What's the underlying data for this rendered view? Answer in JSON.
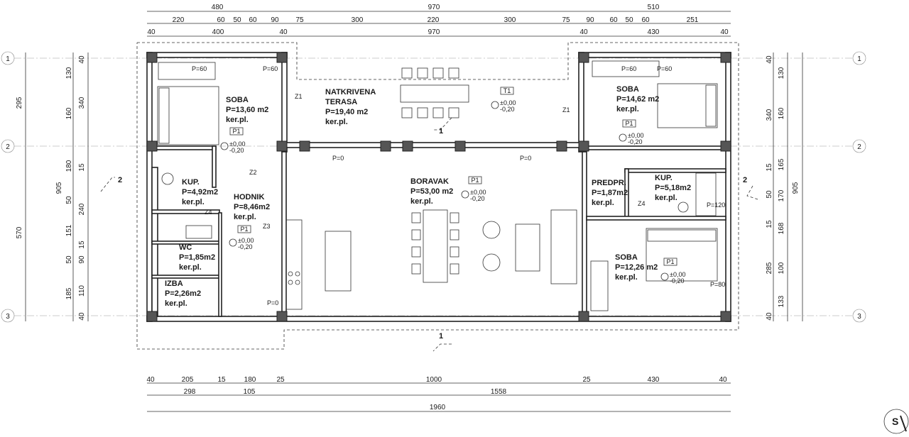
{
  "rooms": [
    {
      "key": "soba1",
      "name": "SOBA",
      "area": "P=13,60 m2",
      "floor": "ker.pl."
    },
    {
      "key": "terasa",
      "name": "NATKRIVENA",
      "name2": "TERASA",
      "area": "P=19,40 m2",
      "floor": "ker.pl."
    },
    {
      "key": "soba2",
      "name": "SOBA",
      "area": "P=14,62 m2",
      "floor": "ker.pl."
    },
    {
      "key": "kup1",
      "name": "KUP.",
      "area": "P=4,92m2",
      "floor": "ker.pl."
    },
    {
      "key": "hodnik",
      "name": "HODNIK",
      "area": "P=8,46m2",
      "floor": "ker.pl."
    },
    {
      "key": "boravak",
      "name": "BORAVAK",
      "area": "P=53,00 m2",
      "floor": "ker.pl."
    },
    {
      "key": "predpr",
      "name": "PREDPR.",
      "area": "P=1,87m2",
      "floor": "ker.pl."
    },
    {
      "key": "kup2",
      "name": "KUP.",
      "area": "P=5,18m2",
      "floor": "ker.pl."
    },
    {
      "key": "wc",
      "name": "WC",
      "area": "P=1,85m2",
      "floor": "ker.pl."
    },
    {
      "key": "izba",
      "name": "IZBA",
      "area": "P=2,26m2",
      "floor": "ker.pl."
    },
    {
      "key": "soba3",
      "name": "SOBA",
      "area": "P=12,26 m2",
      "floor": "ker.pl."
    }
  ],
  "top_dims": {
    "row1": [
      "480",
      "970",
      "510"
    ],
    "row2": [
      "220",
      "60",
      "50",
      "60",
      "90",
      "75",
      "300",
      "220",
      "300",
      "75",
      "90",
      "60",
      "50",
      "60",
      "251"
    ],
    "row3": [
      "40",
      "400",
      "40",
      "970",
      "40",
      "430",
      "40"
    ]
  },
  "bottom_dims": {
    "row1": [
      "40",
      "205",
      "15",
      "180",
      "25",
      "1000",
      "25",
      "430",
      "40"
    ],
    "row2": [
      "298",
      "105",
      "1558"
    ],
    "row3": [
      "1960"
    ]
  },
  "left_dims": {
    "outer": [
      "295",
      "905",
      "570"
    ],
    "inner": [
      "130",
      "160",
      "180",
      "50",
      "151",
      "50",
      "185",
      "40",
      "340",
      "15",
      "240",
      "15",
      "90",
      "110",
      "40"
    ]
  },
  "right_dims": {
    "outer": [
      "905"
    ],
    "inner": [
      "130",
      "160",
      "165",
      "170",
      "168",
      "100",
      "133",
      "40",
      "340",
      "15",
      "50",
      "15",
      "285",
      "40"
    ]
  },
  "axis_labels": [
    "1",
    "2",
    "3"
  ],
  "marks": {
    "level_a": "±0,00",
    "level_b": "-0,20",
    "section": "1",
    "section2": "2",
    "p1": "P1",
    "t1": "T1",
    "p60": "P=60",
    "p0": "P=0",
    "p80": "P=80",
    "p120": "P=120",
    "z1": "Z1",
    "z2": "Z2",
    "z3": "Z3",
    "z4": "Z4"
  },
  "compass": "S"
}
